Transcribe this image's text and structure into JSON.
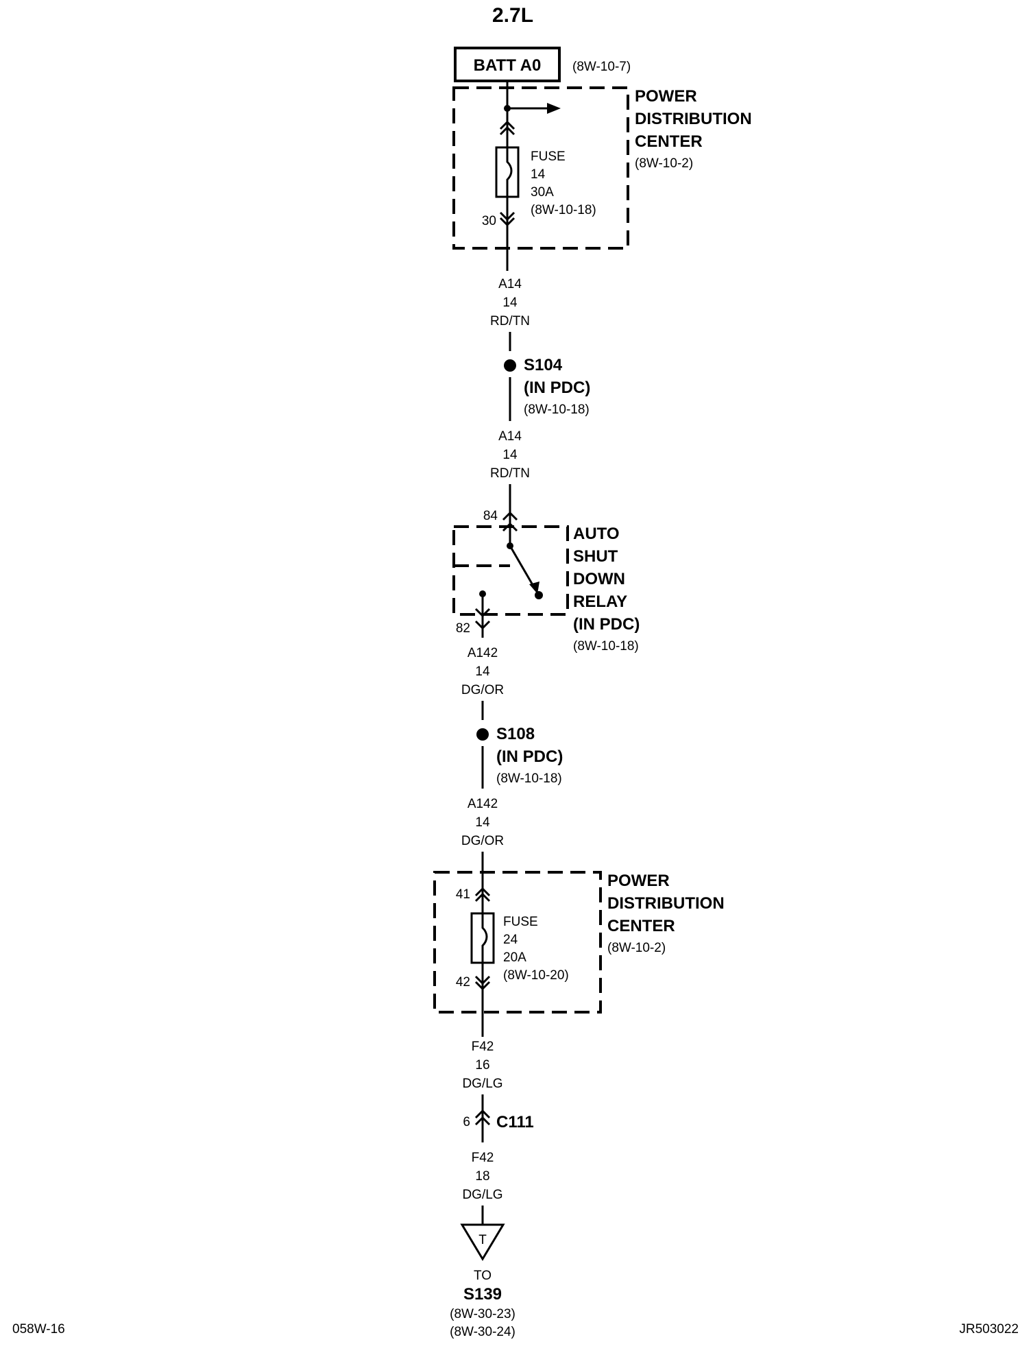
{
  "title": "2.7L",
  "batt": {
    "label": "BATT A0",
    "ref": "(8W-10-7)"
  },
  "pdc1": {
    "line1": "POWER",
    "line2": "DISTRIBUTION",
    "line3": "CENTER",
    "ref": "(8W-10-2)",
    "fuse": {
      "label": "FUSE",
      "number": "14",
      "rating": "30A",
      "ref": "(8W-10-18)",
      "pin_out": "30"
    }
  },
  "wire_a14_top": {
    "circuit": "A14",
    "gauge": "14",
    "color": "RD/TN"
  },
  "s104": {
    "label": "S104",
    "loc": "(IN PDC)",
    "ref": "(8W-10-18)"
  },
  "wire_a14_bottom": {
    "circuit": "A14",
    "gauge": "14",
    "color": "RD/TN"
  },
  "relay": {
    "line1": "AUTO",
    "line2": "SHUT",
    "line3": "DOWN",
    "line4": "RELAY",
    "loc": "(IN PDC)",
    "ref": "(8W-10-18)",
    "pin_in": "84",
    "pin_out": "82"
  },
  "wire_a142_top": {
    "circuit": "A142",
    "gauge": "14",
    "color": "DG/OR"
  },
  "s108": {
    "label": "S108",
    "loc": "(IN PDC)",
    "ref": "(8W-10-18)"
  },
  "wire_a142_bottom": {
    "circuit": "A142",
    "gauge": "14",
    "color": "DG/OR"
  },
  "pdc2": {
    "line1": "POWER",
    "line2": "DISTRIBUTION",
    "line3": "CENTER",
    "ref": "(8W-10-2)",
    "fuse": {
      "label": "FUSE",
      "number": "24",
      "rating": "20A",
      "ref": "(8W-10-20)",
      "pin_in": "41",
      "pin_out": "42"
    }
  },
  "wire_f42_top": {
    "circuit": "F42",
    "gauge": "16",
    "color": "DG/LG"
  },
  "c111": {
    "label": "C111",
    "pin": "6"
  },
  "wire_f42_bottom": {
    "circuit": "F42",
    "gauge": "18",
    "color": "DG/LG"
  },
  "terminal": {
    "symbol": "T",
    "to": "TO",
    "dest": "S139",
    "ref1": "(8W-30-23)",
    "ref2": "(8W-30-24)"
  },
  "footer": {
    "left": "058W-16",
    "right": "JR503022"
  }
}
